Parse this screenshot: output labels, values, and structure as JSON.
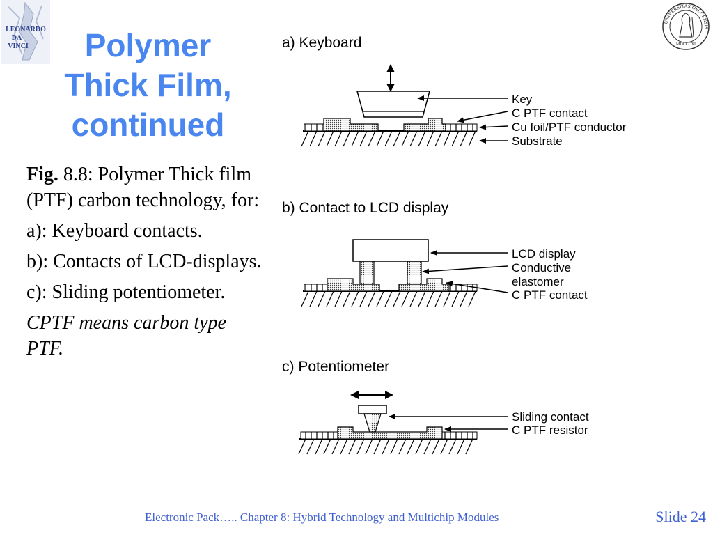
{
  "title_lines": [
    "Polymer",
    "Thick Film,",
    "continued"
  ],
  "caption": {
    "fig_label": "Fig.",
    "fig_text": " 8.8: Polymer Thick film (PTF) carbon technology, for:",
    "item_a": "a): Keyboard contacts.",
    "item_b": "b): Contacts of  LCD-displays.",
    "item_c": "c): Sliding potentiometer.",
    "note": "CPTF means carbon type PTF."
  },
  "logos": {
    "left_text": [
      "LEONARDO",
      "DA",
      "VINCI"
    ],
    "right_ring_text": "UNIVERSITAS OSLOENSIS",
    "right_year": "MDCCCXI"
  },
  "diagram": {
    "a": {
      "heading": "a) Keyboard",
      "labels": [
        "Key",
        "C PTF contact",
        "Cu foil/PTF conductor",
        "Substrate"
      ]
    },
    "b": {
      "heading": "b) Contact to LCD display",
      "labels": [
        "LCD display",
        "Conductive",
        "elastomer",
        "C PTF contact"
      ]
    },
    "c": {
      "heading": "c) Potentiometer",
      "labels": [
        "Sliding contact",
        "C PTF resistor"
      ]
    }
  },
  "footer": {
    "left": "Electronic Pack…..   Chapter 8: Hybrid Technology and Multichip Modules",
    "right": "Slide 24"
  },
  "colors": {
    "title": "#4a86f0",
    "footer": "#4060d0"
  }
}
